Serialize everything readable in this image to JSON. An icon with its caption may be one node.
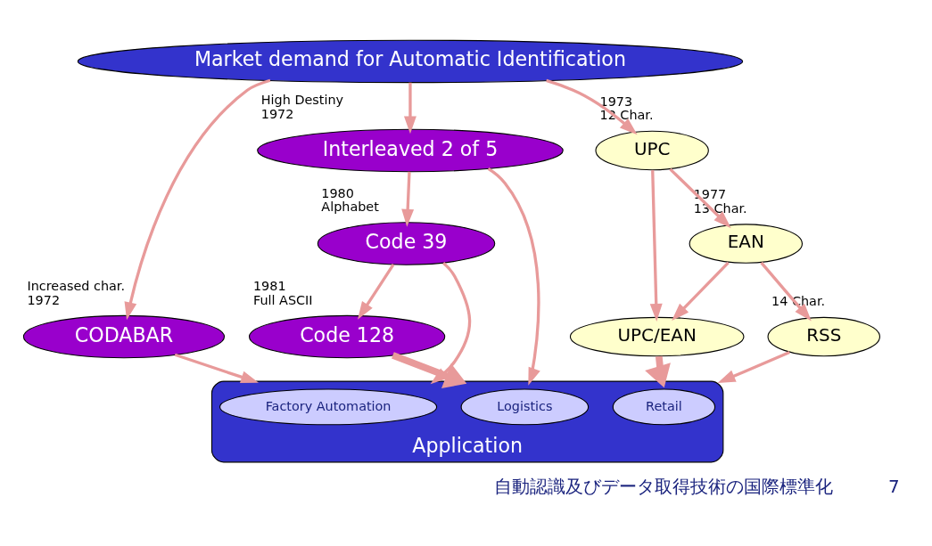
{
  "diagram": {
    "nodes": [
      {
        "text": [
          "Market demand for Automatic Identification"
        ]
      },
      {
        "text": [
          "CODABAR"
        ],
        "beside": [
          "Increased char.",
          "1972"
        ]
      },
      {
        "text": [
          "Interleaved 2 of 5"
        ],
        "beside": [
          "High Destiny",
          "1972"
        ]
      },
      {
        "text": [
          "UPC"
        ],
        "beside": [
          "1973",
          "12 Char."
        ]
      },
      {
        "text": [
          "Code 39"
        ],
        "beside": [
          "1980",
          "Alphabet"
        ]
      },
      {
        "text": [
          "EAN"
        ],
        "beside": [
          "1977",
          "13 Char."
        ]
      },
      {
        "text": [
          "Code 128"
        ],
        "beside": [
          "1981",
          "Full ASCII"
        ]
      },
      {
        "text": [
          "UPC/EAN"
        ]
      },
      {
        "text": [
          "RSS"
        ],
        "beside": [
          "14 Char."
        ]
      },
      {
        "text": [
          "Application"
        ]
      },
      {
        "text": [
          "Factory Automation"
        ],
        "in": 9
      },
      {
        "text": [
          "Logistics"
        ],
        "in": 9
      },
      {
        "text": [
          "Retail"
        ],
        "in": 9
      }
    ],
    "edges": [
      {
        "from": 0,
        "to": 1,
        "arrow": "to"
      },
      {
        "from": 0,
        "to": 2,
        "arrow": "to"
      },
      {
        "from": 0,
        "to": 3,
        "arrow": "to"
      },
      {
        "from": 2,
        "to": 4,
        "arrow": "to"
      },
      {
        "from": 4,
        "to": 6,
        "arrow": "to"
      },
      {
        "from": 3,
        "to": 5,
        "arrow": "to"
      },
      {
        "from": 3,
        "to": 7,
        "arrow": "to"
      },
      {
        "from": 5,
        "to": 7,
        "arrow": "to"
      },
      {
        "from": 5,
        "to": 8,
        "arrow": "to"
      },
      {
        "from": 1,
        "to": 9,
        "arrow": "to"
      },
      {
        "from": 4,
        "to": 9,
        "arrow": "to"
      },
      {
        "from": 6,
        "to": 9,
        "arrow": "to",
        "style": "thick"
      },
      {
        "from": 2,
        "to": 9,
        "arrow": "to"
      },
      {
        "from": 7,
        "to": 9,
        "arrow": "to",
        "style": "thick"
      },
      {
        "from": 8,
        "to": 9,
        "arrow": "to"
      }
    ],
    "labels": [
      "自動認識及びデータ取得技術の国際標準化",
      "7"
    ]
  }
}
